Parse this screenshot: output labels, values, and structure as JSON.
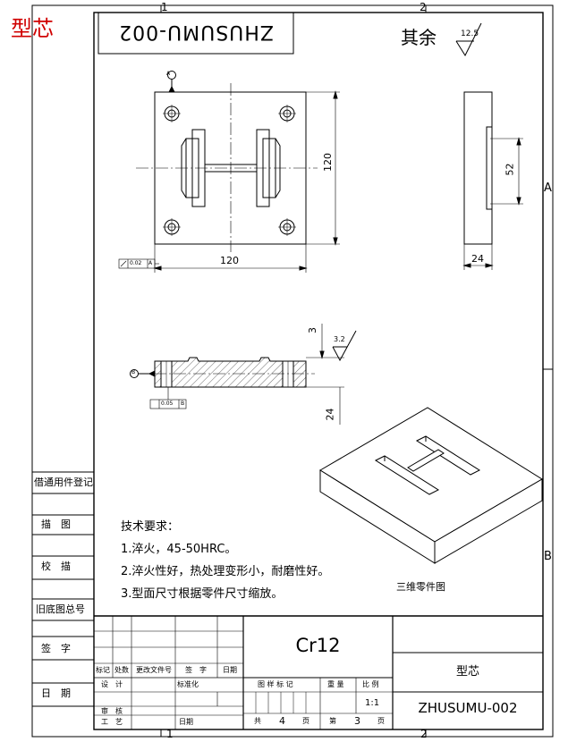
{
  "stamp": "型芯",
  "part_code_top": "ZHUSUMU-002",
  "roughness": {
    "label": "其余",
    "value": "12.5"
  },
  "zone_numbers": [
    "1",
    "2"
  ],
  "zone_letters": [
    "A",
    "B"
  ],
  "dimensions": {
    "front_height": "120",
    "front_width": "120",
    "side_inner": "52",
    "side_width": "24",
    "section_depth": "3",
    "section_height": "24",
    "section_roughness": "3.2",
    "tol_front": "0.02",
    "tol_front_datum": "A",
    "tol_section": "0.05",
    "tol_section_datum": "B",
    "datum_a": "A",
    "datum_b": "B"
  },
  "side_labels": [
    "借通用件登记",
    "描　图",
    "校　描",
    "旧底图总号",
    "签　字",
    "日　期"
  ],
  "tech_requirements": {
    "title": "技术要求：",
    "items": [
      "1.淬火，45-50HRC。",
      "2.淬火性好，热处理变形小，耐磨性好。",
      "3.型面尺寸根据零件尺寸缩放。"
    ]
  },
  "iso_caption": "三维零件图",
  "title_block": {
    "material": "Cr12",
    "part_name": "型芯",
    "drawing_no": "ZHUSUMU-002",
    "headers": [
      "标记",
      "处数",
      "更改文件号",
      "签　字",
      "日期"
    ],
    "rows": [
      {
        "a": "设　计",
        "b": "标准化"
      },
      {
        "a": "审　核",
        "b": ""
      },
      {
        "a": "工　艺",
        "b": "日期"
      }
    ],
    "stage_label": "图 样 标 记",
    "weight_label": "重 量",
    "scale_label": "比 例",
    "scale_value": "1:1",
    "sheets_total_label": "共",
    "sheets_total": "4",
    "sheet_label": "页",
    "sheet_no_label": "第",
    "sheet_no": "3",
    "sheet_label2": "页"
  }
}
